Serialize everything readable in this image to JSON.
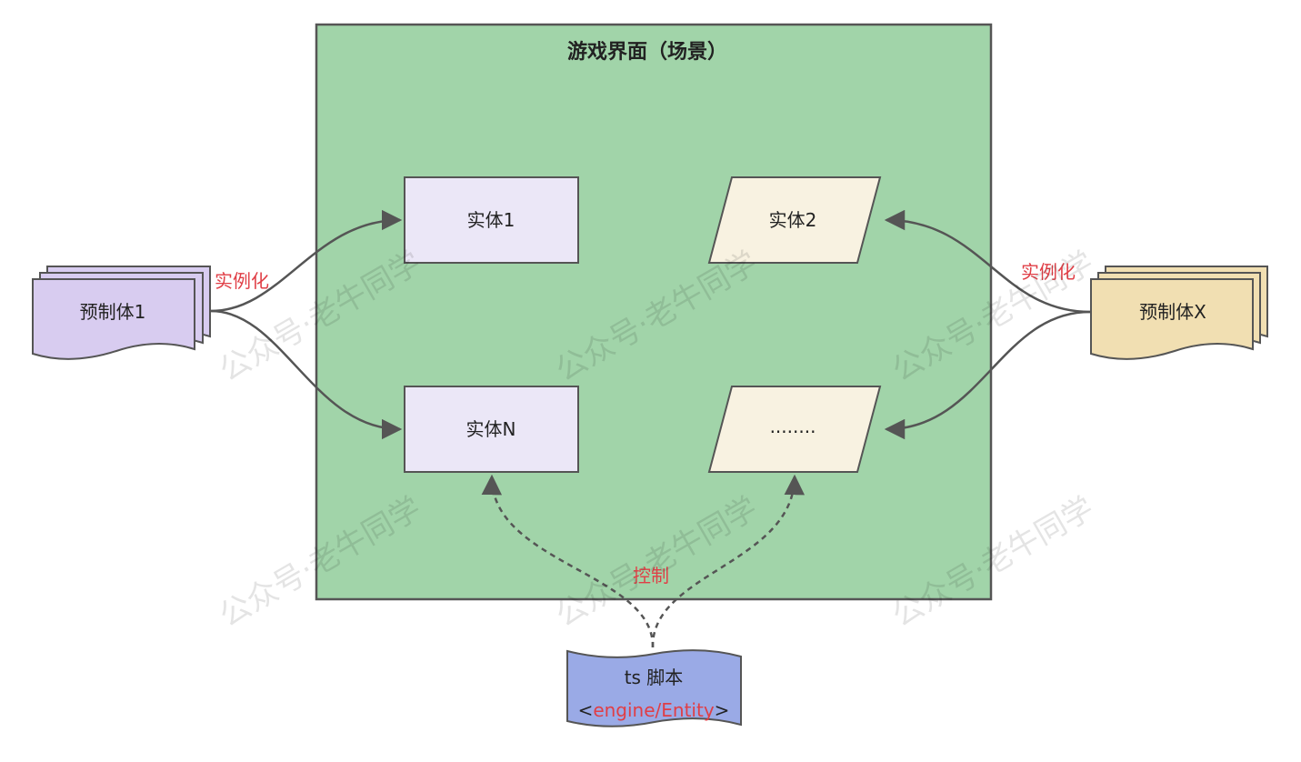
{
  "scene": {
    "title": "游戏界面（场景）"
  },
  "entities": {
    "entity1": "实体1",
    "entity2": "实体2",
    "entityN": "实体N",
    "ellipsis": "........"
  },
  "prefabs": {
    "left": "预制体1",
    "right": "预制体X"
  },
  "edge_labels": {
    "instantiate_left": "实例化",
    "instantiate_right": "实例化",
    "control": "控制"
  },
  "script": {
    "name": "ts 脚本",
    "open_bracket": "<",
    "class": "engine/Entity",
    "close_bracket": ">"
  },
  "watermark": "公众号·老牛同学",
  "colors": {
    "scene_fill": "#a1d4a9",
    "entity_fill": "#ebe7f7",
    "parallelogram_fill": "#f8f2e1",
    "prefab_left_fill": "#d8ccf0",
    "prefab_right_fill": "#f1dfb2",
    "script_fill": "#9aaae6",
    "edge_label": "#e03e46",
    "stroke": "#555555"
  }
}
